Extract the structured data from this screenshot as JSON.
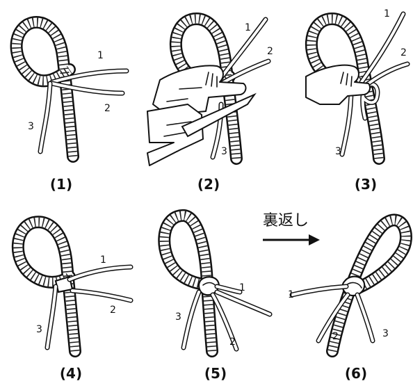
{
  "panels": [
    {
      "label": "(1)",
      "strands": [
        "1",
        "2",
        "3"
      ]
    },
    {
      "label": "(2)",
      "strands": [
        "1",
        "2",
        "3"
      ]
    },
    {
      "label": "(3)",
      "strands": [
        "1",
        "2",
        "3"
      ]
    },
    {
      "label": "(4)",
      "strands": [
        "1",
        "2",
        "3"
      ]
    },
    {
      "label": "(5)",
      "strands": [
        "1",
        "2",
        "3"
      ]
    },
    {
      "label": "(6)",
      "strands": [
        "1",
        "2",
        "3"
      ]
    }
  ],
  "flip_caption": "裏返し",
  "icons": {
    "flip_arrow": "right-arrow-icon",
    "hand": "hand-icon",
    "fid": "fid-tool-icon"
  },
  "colors": {
    "ink": "#111111",
    "background": "#ffffff"
  }
}
